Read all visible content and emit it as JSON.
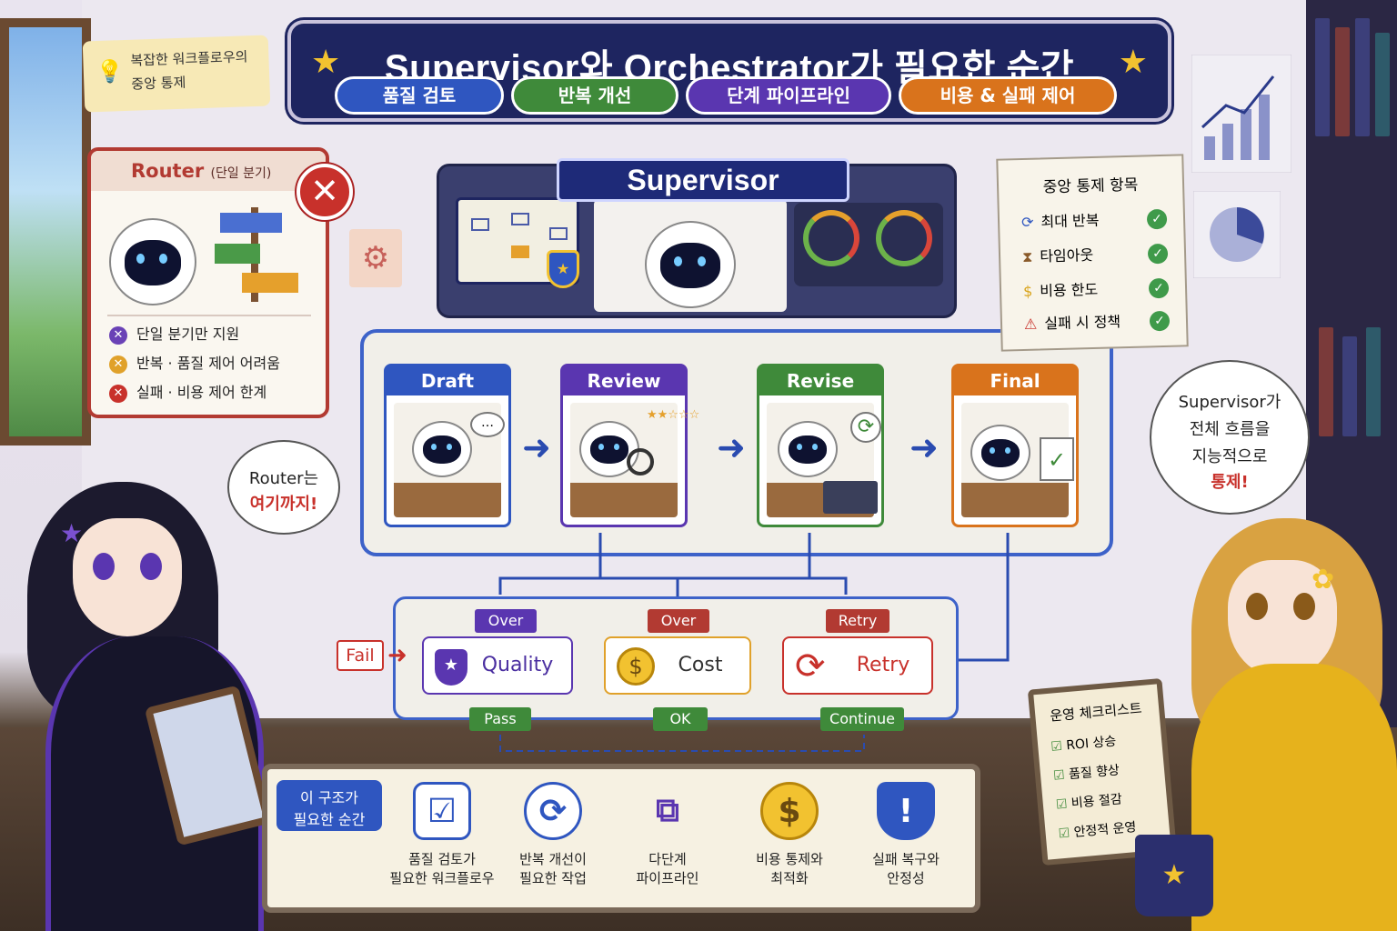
{
  "title": "Supervisor와 Orchestrator가 필요한 순간",
  "pills": [
    "품질 검토",
    "반복 개선",
    "단계 파이프라인",
    "비용 & 실패 제어"
  ],
  "note": {
    "line1": "복잡한 워크플로우의",
    "line2": "중앙 통제"
  },
  "router": {
    "title": "Router",
    "subtitle": "(단일 분기)",
    "items": [
      "단일 분기만 지원",
      "반복 · 품질 제어 어려움",
      "실패 · 비용 제어 한계"
    ]
  },
  "supervisor_label": "Supervisor",
  "steps": [
    "Draft",
    "Review",
    "Revise",
    "Final"
  ],
  "controls": {
    "fail": "Fail",
    "nodes": [
      "Quality",
      "Cost",
      "Retry"
    ],
    "top_tags": [
      "Over",
      "Over",
      "Retry"
    ],
    "bottom_tags": [
      "Pass",
      "OK",
      "Continue"
    ]
  },
  "central": {
    "title": "중앙 통제 항목",
    "items": [
      "최대 반복",
      "타임아웃",
      "비용 한도",
      "실패 시 정책"
    ]
  },
  "bubble_left": {
    "line1": "Router는",
    "line2": "여기까지!"
  },
  "bubble_right": {
    "line1": "Supervisor가",
    "line2": "전체 흐름을",
    "line3": "지능적으로",
    "line4": "통제!"
  },
  "bottom": {
    "label_line1": "이 구조가",
    "label_line2": "필요한 순간",
    "items": [
      {
        "l1": "품질 검토가",
        "l2": "필요한 워크플로우"
      },
      {
        "l1": "반복 개선이",
        "l2": "필요한 작업"
      },
      {
        "l1": "다단계",
        "l2": "파이프라인"
      },
      {
        "l1": "비용 통제와",
        "l2": "최적화"
      },
      {
        "l1": "실패 복구와",
        "l2": "안정성"
      }
    ]
  },
  "ops_checklist": {
    "title": "운영 체크리스트",
    "items": [
      "ROI 상승",
      "품질 향상",
      "비용 절감",
      "안정적 운영"
    ]
  },
  "colors": {
    "navy": "#1e2560",
    "blue": "#2f56c0",
    "green": "#3f8a3a",
    "purple": "#5a36b0",
    "orange": "#d9731c",
    "red": "#b23a32",
    "gold": "#f2c230"
  }
}
